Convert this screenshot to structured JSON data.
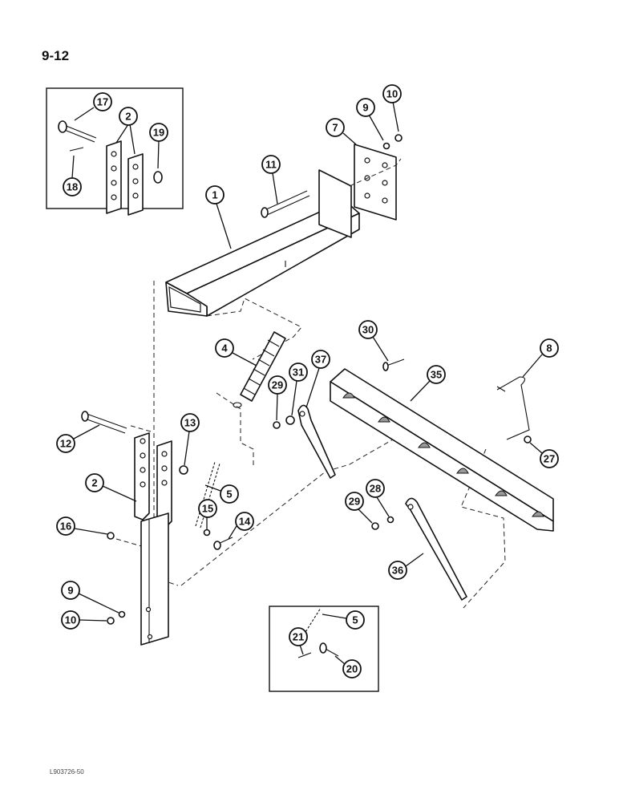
{
  "page": {
    "number": "9-12",
    "code": "L903726-50"
  },
  "callouts": {
    "c17": "17",
    "c2a": "2",
    "c19": "19",
    "c18": "18",
    "c10a": "10",
    "c9a": "9",
    "c7": "7",
    "c11": "11",
    "c1": "1",
    "c4": "4",
    "c29a": "29",
    "c31": "31",
    "c37": "37",
    "c30": "30",
    "c35": "35",
    "c8": "8",
    "c12": "12",
    "c13": "13",
    "c2b": "2",
    "c5a": "5",
    "c15": "15",
    "c14": "14",
    "c16": "16",
    "c27": "27",
    "c28": "28",
    "c29b": "29",
    "c36": "36",
    "c9b": "9",
    "c10b": "10",
    "c5b": "5",
    "c21": "21",
    "c20": "20"
  }
}
